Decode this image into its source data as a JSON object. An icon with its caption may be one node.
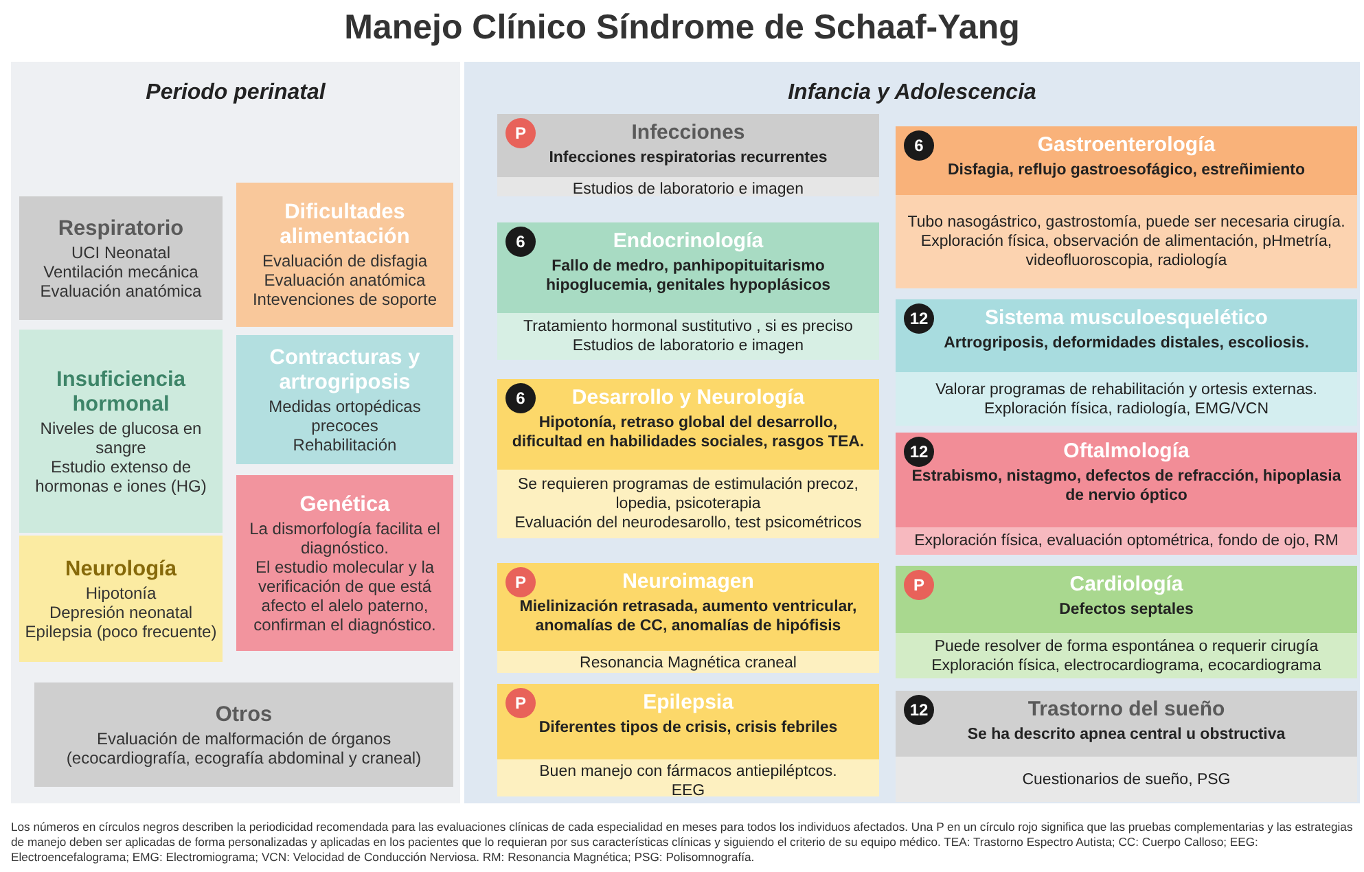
{
  "diagram": {
    "title": "Manejo Clínico Síndrome de Schaaf-Yang",
    "caption": "Los números en círculos negros describen la periodicidad recomendada para las evaluaciones clínicas de cada especialidad en meses para todos los individuos afectados. Una P en un círculo rojo significa que las pruebas complementarias y las estrategias de manejo deben ser aplicadas de forma personalizadas y aplicadas en los pacientes que lo requieran por sus características clínicas y siguiendo el criterio de su equipo médico. TEA: Trastorno Espectro Autista; CC: Cuerpo Calloso; EEG: Electroencefalograma; EMG: Electromiograma; VCN: Velocidad de Conducción Nerviosa. RM: Resonancia Magnética; PSG: Polisomnografía.",
    "nodes": [
      {
        "text": [
          "Periodo perinatal"
        ]
      },
      {
        "text": [
          "Respiratorio",
          "UCI Neonatal",
          "Ventilación mecánica",
          "Evaluación anatómica"
        ],
        "in": 0
      },
      {
        "text": [
          "Dificultades alimentación",
          "Evaluación de disfagia",
          "Evaluación anatómica",
          "Intevenciones de soporte"
        ],
        "in": 0
      },
      {
        "text": [
          "Insuficiencia hormonal",
          "Niveles de glucosa en sangre",
          "Estudio extenso de hormonas e iones (HG)"
        ],
        "in": 0
      },
      {
        "text": [
          "Contracturas y artrogriposis",
          "Medidas ortopédicas precoces",
          "Rehabilitación"
        ],
        "in": 0
      },
      {
        "text": [
          "Neurología",
          "Hipotonía",
          "Depresión neonatal",
          "Epilepsia (poco frecuente)"
        ],
        "in": 0
      },
      {
        "text": [
          "Genética",
          "La dismorfología facilita el diagnóstico.",
          "El estudio molecular y la verificación de que está afecto el alelo paterno, confirman el diagnóstico."
        ],
        "in": 0
      },
      {
        "text": [
          "Otros",
          "Evaluación de malformación de órganos (ecocardiografía, ecografía abdominal y craneal)"
        ],
        "in": 0
      },
      {
        "text": [
          "Infancia y Adolescencia"
        ]
      },
      {
        "text": [
          "Infecciones",
          "Infecciones respiratorias recurrentes",
          "Estudios de laboratorio e imagen"
        ],
        "in": 8
      },
      {
        "text": [
          "P"
        ],
        "in": 9
      },
      {
        "text": [
          "Endocrinología",
          "Fallo de medro, panhipopituitarismo hipoglucemia, genitales hypoplásicos",
          "Tratamiento hormonal sustitutivo , si es preciso",
          "Estudios de laboratorio e imagen"
        ],
        "in": 8
      },
      {
        "text": [
          "6"
        ],
        "in": 11
      },
      {
        "text": [
          "Desarrollo y Neurología",
          "Hipotonía, retraso global del desarrollo, dificultad en habilidades sociales, rasgos TEA.",
          "Se requieren programas de estimulación precoz, lopedia, psicoterapia",
          "Evaluación del neurodesarollo, test psicométricos"
        ],
        "in": 8
      },
      {
        "text": [
          "6"
        ],
        "in": 13
      },
      {
        "text": [
          "Neuroimagen",
          "Mielinización retrasada, aumento ventricular, anomalías de CC, anomalías de hipófisis",
          "Resonancia Magnética craneal"
        ],
        "in": 8
      },
      {
        "text": [
          "P"
        ],
        "in": 15
      },
      {
        "text": [
          "Epilepsia",
          "Diferentes tipos de crisis, crisis febriles",
          "Buen manejo con fármacos antiepiléptcos.",
          "EEG"
        ],
        "in": 8
      },
      {
        "text": [
          "P"
        ],
        "in": 17
      },
      {
        "text": [
          "Gastroenterología",
          "Disfagia, reflujo gastroesofágico, estreñimiento",
          "Tubo nasogástrico, gastrostomía, puede ser necesaria cirugía.",
          "Exploración física, observación de alimentación, pHmetría, videofluoroscopia, radiología"
        ],
        "in": 8
      },
      {
        "text": [
          "6"
        ],
        "in": 19
      },
      {
        "text": [
          "Sistema musculoesquelético",
          "Artrogriposis, deformidades distales, escoliosis.",
          "Valorar programas de rehabilitación y ortesis externas.",
          "Exploración física, radiología, EMG/VCN"
        ],
        "in": 8
      },
      {
        "text": [
          "12"
        ],
        "in": 21
      },
      {
        "text": [
          "Oftalmología",
          "Estrabismo, nistagmo, defectos de refracción, hipoplasia de nervio óptico",
          "Exploración física, evaluación optométrica, fondo de ojo, RM"
        ],
        "in": 8
      },
      {
        "text": [
          "12"
        ],
        "in": 23
      },
      {
        "text": [
          "Cardiología",
          "Defectos septales",
          "Puede resolver de forma espontánea o requerir cirugía",
          "Exploración física, electrocardiograma, ecocardiograma"
        ],
        "in": 8
      },
      {
        "text": [
          "P"
        ],
        "in": 25
      },
      {
        "text": [
          "Trastorno del sueño",
          "Se ha descrito apnea central u obstructiva",
          "Cuestionarios de sueño, PSG"
        ],
        "in": 8
      },
      {
        "text": [
          "12"
        ],
        "in": 27
      }
    ]
  }
}
